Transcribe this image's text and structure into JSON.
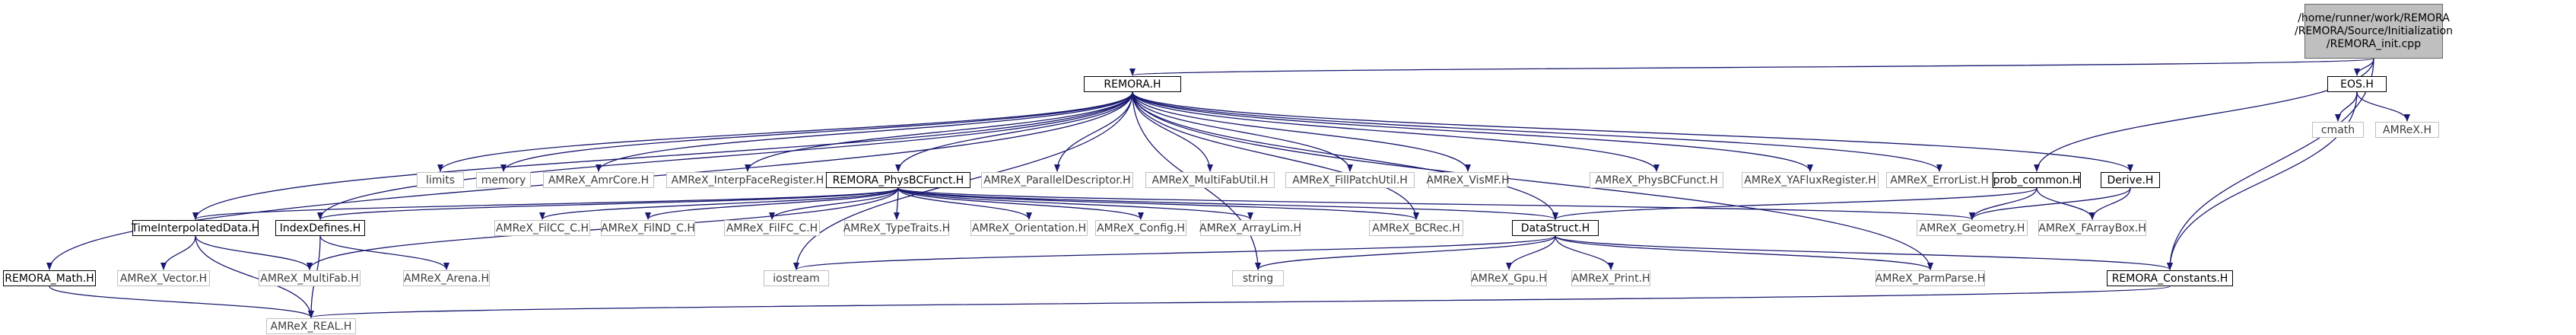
{
  "root": {
    "lines": [
      "/home/runner/work/REMORA",
      "/REMORA/Source/Initialization",
      "/REMORA_init.cpp"
    ]
  },
  "nodes": {
    "remora_h": "REMORA.H",
    "eos_h": "EOS.H",
    "cmath": "cmath",
    "amrex_h": "AMReX.H",
    "limits": "limits",
    "memory": "memory",
    "amrex_amrcore": "AMReX_AmrCore.H",
    "amrex_interpfaceregister": "AMReX_InterpFaceRegister.H",
    "remora_physbcfunct": "REMORA_PhysBCFunct.H",
    "amrex_paralleldescriptor": "AMReX_ParallelDescriptor.H",
    "amrex_multifabutil": "AMReX_MultiFabUtil.H",
    "amrex_fillpatchutil": "AMReX_FillPatchUtil.H",
    "amrex_vismf": "AMReX_VisMF.H",
    "amrex_physbcfunct": "AMReX_PhysBCFunct.H",
    "amrex_yafluxregister": "AMReX_YAFluxRegister.H",
    "amrex_errorlist": "AMReX_ErrorList.H",
    "prob_common": "prob_common.H",
    "derive_h": "Derive.H",
    "timeinterpolateddata": "TimeInterpolatedData.H",
    "indexdefines": "IndexDefines.H",
    "amrex_filcc_c": "AMReX_FilCC_C.H",
    "amrex_filnd_c": "AMReX_FilND_C.H",
    "amrex_filfc_c": "AMReX_FilFC_C.H",
    "amrex_typetraits": "AMReX_TypeTraits.H",
    "amrex_orientation": "AMReX_Orientation.H",
    "amrex_config": "AMReX_Config.H",
    "amrex_arraylim": "AMReX_ArrayLim.H",
    "amrex_bcrec": "AMReX_BCRec.H",
    "datastruct": "DataStruct.H",
    "amrex_geometry": "AMReX_Geometry.H",
    "amrex_farraybox": "AMReX_FArrayBox.H",
    "remora_math": "REMORA_Math.H",
    "amrex_vector": "AMReX_Vector.H",
    "amrex_multifab": "AMReX_MultiFab.H",
    "amrex_arena": "AMReX_Arena.H",
    "iostream": "iostream",
    "string": "string",
    "amrex_gpu": "AMReX_Gpu.H",
    "amrex_print": "AMReX_Print.H",
    "amrex_parmparse": "AMReX_ParmParse.H",
    "remora_constants": "REMORA_Constants.H",
    "amrex_real": "AMReX_REAL.H"
  },
  "colors": {
    "edge": "#191970",
    "root_fill": "#bfbfbf",
    "documented_border": "#000000",
    "external_border": "#bfbfbf"
  },
  "edges": [
    [
      "root",
      "remora_h"
    ],
    [
      "root",
      "prob_common"
    ],
    [
      "root",
      "remora_constants"
    ],
    [
      "root",
      "eos_h"
    ],
    [
      "eos_h",
      "cmath"
    ],
    [
      "eos_h",
      "amrex_h"
    ],
    [
      "eos_h",
      "remora_constants"
    ],
    [
      "remora_h",
      "limits"
    ],
    [
      "remora_h",
      "memory"
    ],
    [
      "remora_h",
      "amrex_amrcore"
    ],
    [
      "remora_h",
      "amrex_interpfaceregister"
    ],
    [
      "remora_h",
      "remora_physbcfunct"
    ],
    [
      "remora_h",
      "amrex_paralleldescriptor"
    ],
    [
      "remora_h",
      "amrex_multifabutil"
    ],
    [
      "remora_h",
      "amrex_fillpatchutil"
    ],
    [
      "remora_h",
      "amrex_vismf"
    ],
    [
      "remora_h",
      "amrex_physbcfunct"
    ],
    [
      "remora_h",
      "amrex_yafluxregister"
    ],
    [
      "remora_h",
      "amrex_errorlist"
    ],
    [
      "remora_h",
      "derive_h"
    ],
    [
      "remora_h",
      "timeinterpolateddata"
    ],
    [
      "remora_h",
      "indexdefines"
    ],
    [
      "remora_h",
      "remora_math"
    ],
    [
      "remora_h",
      "datastruct"
    ],
    [
      "remora_h",
      "amrex_bcrec"
    ],
    [
      "remora_h",
      "iostream"
    ],
    [
      "remora_h",
      "string"
    ],
    [
      "remora_h",
      "amrex_parmparse"
    ],
    [
      "remora_physbcfunct",
      "timeinterpolateddata"
    ],
    [
      "remora_physbcfunct",
      "indexdefines"
    ],
    [
      "remora_physbcfunct",
      "amrex_filcc_c"
    ],
    [
      "remora_physbcfunct",
      "amrex_filnd_c"
    ],
    [
      "remora_physbcfunct",
      "amrex_filfc_c"
    ],
    [
      "remora_physbcfunct",
      "amrex_typetraits"
    ],
    [
      "remora_physbcfunct",
      "amrex_orientation"
    ],
    [
      "remora_physbcfunct",
      "amrex_config"
    ],
    [
      "remora_physbcfunct",
      "amrex_arraylim"
    ],
    [
      "remora_physbcfunct",
      "amrex_bcrec"
    ],
    [
      "remora_physbcfunct",
      "datastruct"
    ],
    [
      "remora_physbcfunct",
      "amrex_geometry"
    ],
    [
      "remora_physbcfunct",
      "amrex_multifab"
    ],
    [
      "prob_common",
      "datastruct"
    ],
    [
      "prob_common",
      "amrex_geometry"
    ],
    [
      "prob_common",
      "amrex_farraybox"
    ],
    [
      "derive_h",
      "amrex_geometry"
    ],
    [
      "derive_h",
      "amrex_farraybox"
    ],
    [
      "timeinterpolateddata",
      "amrex_vector"
    ],
    [
      "timeinterpolateddata",
      "amrex_multifab"
    ],
    [
      "timeinterpolateddata",
      "amrex_real"
    ],
    [
      "indexdefines",
      "amrex_arena"
    ],
    [
      "indexdefines",
      "amrex_real"
    ],
    [
      "remora_math",
      "amrex_real"
    ],
    [
      "datastruct",
      "iostream"
    ],
    [
      "datastruct",
      "string"
    ],
    [
      "datastruct",
      "amrex_gpu"
    ],
    [
      "datastruct",
      "amrex_print"
    ],
    [
      "datastruct",
      "amrex_parmparse"
    ],
    [
      "datastruct",
      "remora_constants"
    ],
    [
      "remora_constants",
      "amrex_real"
    ]
  ]
}
